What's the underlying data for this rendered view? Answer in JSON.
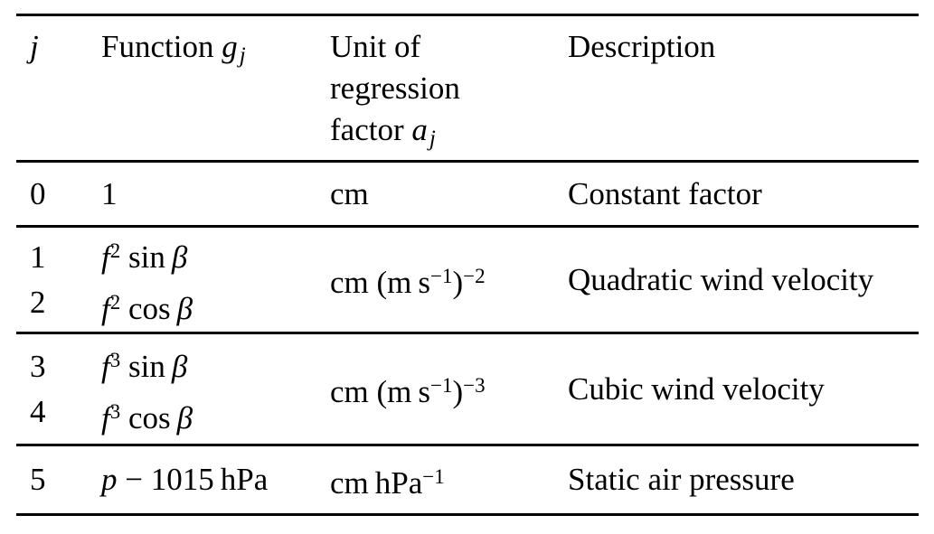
{
  "colors": {
    "background": "#ffffff",
    "text": "#000000",
    "rule": "#000000"
  },
  "header": {
    "j": [
      {
        "t": "j",
        "s": "it"
      }
    ],
    "function": [
      {
        "t": "Function ",
        "s": "rm"
      },
      {
        "t": "g",
        "s": "it"
      },
      {
        "t": "j",
        "s": "sub"
      }
    ],
    "unit_lines": [
      [
        {
          "t": "Unit of",
          "s": "rm"
        }
      ],
      [
        {
          "t": "regression",
          "s": "rm"
        }
      ],
      [
        {
          "t": "factor ",
          "s": "rm"
        },
        {
          "t": "a",
          "s": "it"
        },
        {
          "t": "j",
          "s": "sub"
        }
      ]
    ],
    "description": [
      {
        "t": "Description",
        "s": "rm"
      }
    ]
  },
  "bands": [
    {
      "j_lines": [
        [
          {
            "t": "0",
            "s": "rm"
          }
        ]
      ],
      "fn_lines": [
        [
          {
            "t": "1",
            "s": "rm"
          }
        ]
      ],
      "unit": [
        {
          "t": "cm",
          "s": "rm"
        }
      ],
      "desc": [
        {
          "t": "Constant factor",
          "s": "rm"
        }
      ]
    },
    {
      "j_lines": [
        [
          {
            "t": "1",
            "s": "rm"
          }
        ],
        [
          {
            "t": "2",
            "s": "rm"
          }
        ]
      ],
      "fn_lines": [
        [
          {
            "t": "f",
            "s": "it"
          },
          {
            "t": "2",
            "s": "sup"
          },
          {
            "t": " sin ",
            "s": "rm"
          },
          {
            "t": "β",
            "s": "it"
          }
        ],
        [
          {
            "t": "f",
            "s": "it"
          },
          {
            "t": "2",
            "s": "sup"
          },
          {
            "t": " cos ",
            "s": "rm"
          },
          {
            "t": "β",
            "s": "it"
          }
        ]
      ],
      "unit": [
        {
          "t": "cm (m s",
          "s": "rm"
        },
        {
          "t": "−1",
          "s": "sup"
        },
        {
          "t": ")",
          "s": "rm"
        },
        {
          "t": "−2",
          "s": "sup"
        }
      ],
      "desc": [
        {
          "t": "Quadratic wind velocity",
          "s": "rm"
        }
      ]
    },
    {
      "j_lines": [
        [
          {
            "t": "3",
            "s": "rm"
          }
        ],
        [
          {
            "t": "4",
            "s": "rm"
          }
        ]
      ],
      "fn_lines": [
        [
          {
            "t": "f",
            "s": "it"
          },
          {
            "t": "3",
            "s": "sup"
          },
          {
            "t": " sin ",
            "s": "rm"
          },
          {
            "t": "β",
            "s": "it"
          }
        ],
        [
          {
            "t": "f",
            "s": "it"
          },
          {
            "t": "3",
            "s": "sup"
          },
          {
            "t": " cos ",
            "s": "rm"
          },
          {
            "t": "β",
            "s": "it"
          }
        ]
      ],
      "unit": [
        {
          "t": "cm (m s",
          "s": "rm"
        },
        {
          "t": "−1",
          "s": "sup"
        },
        {
          "t": ")",
          "s": "rm"
        },
        {
          "t": "−3",
          "s": "sup"
        }
      ],
      "desc": [
        {
          "t": "Cubic wind velocity",
          "s": "rm"
        }
      ]
    },
    {
      "j_lines": [
        [
          {
            "t": "5",
            "s": "rm"
          }
        ]
      ],
      "fn_lines": [
        [
          {
            "t": "p",
            "s": "it"
          },
          {
            "t": " − 1015 hPa",
            "s": "rm"
          }
        ]
      ],
      "unit": [
        {
          "t": "cm hPa",
          "s": "rm"
        },
        {
          "t": "−1",
          "s": "sup"
        }
      ],
      "desc": [
        {
          "t": "Static air pressure",
          "s": "rm"
        }
      ]
    }
  ],
  "table_plain": {
    "columns": [
      "j",
      "Function g_j",
      "Unit of regression factor a_j",
      "Description"
    ],
    "rows": [
      [
        "0",
        "1",
        "cm",
        "Constant factor"
      ],
      [
        "1",
        "f^2 sin β",
        "cm (m s^−1)^−2",
        "Quadratic wind velocity"
      ],
      [
        "2",
        "f^2 cos β",
        "cm (m s^−1)^−2",
        "Quadratic wind velocity"
      ],
      [
        "3",
        "f^3 sin β",
        "cm (m s^−1)^−3",
        "Cubic wind velocity"
      ],
      [
        "4",
        "f^3 cos β",
        "cm (m s^−1)^−3",
        "Cubic wind velocity"
      ],
      [
        "5",
        "p − 1015 hPa",
        "cm hPa^−1",
        "Static air pressure"
      ]
    ]
  }
}
